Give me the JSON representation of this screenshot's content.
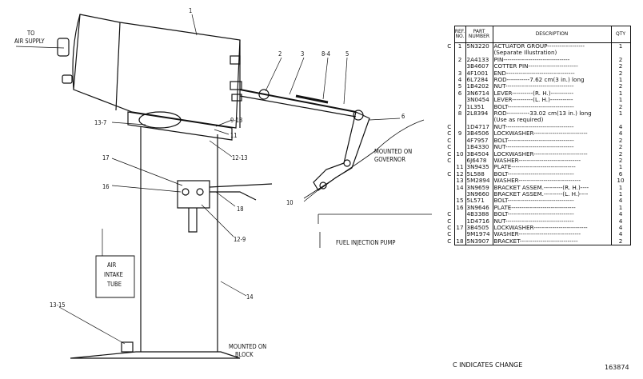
{
  "drawing": {
    "callouts": [
      "1",
      "2",
      "3",
      "8-4",
      "5",
      "6",
      "13-7",
      "9-13",
      "11",
      "12-13",
      "17",
      "16",
      "18",
      "12-9",
      "10",
      "14",
      "13-15"
    ],
    "labels": {
      "air_supply": [
        "TO",
        "AIR SUPPLY"
      ],
      "governor": [
        "MOUNTED ON",
        "GOVERNOR"
      ],
      "fuel_pump": "FUEL INJECTION PUMP",
      "intake": [
        "AIR",
        "INTAKE",
        "TUBE"
      ],
      "block": [
        "MOUNTED ON",
        "BLOCK"
      ]
    }
  },
  "table": {
    "headers": {
      "ref": "REF. NO.",
      "part": "PART NUMBER",
      "desc": "DESCRIPTION",
      "qty": "QTY"
    },
    "rows": [
      {
        "chg": "C",
        "ref": "1",
        "part": "5N3220",
        "desc": "ACTUATOR GROUP------------------",
        "qty": "1"
      },
      {
        "chg": "",
        "ref": "",
        "part": "",
        "desc": "     (Separate Illustration)",
        "qty": ""
      },
      {
        "chg": "",
        "ref": "2",
        "part": "2A4133",
        "desc": "PIN--------------------------------",
        "qty": "2"
      },
      {
        "chg": "",
        "ref": "",
        "part": "3B4607",
        "desc": "COTTER PIN------------------------",
        "qty": "2"
      },
      {
        "chg": "",
        "ref": "3",
        "part": "4F1001",
        "desc": "END---------------------------------",
        "qty": "2"
      },
      {
        "chg": "",
        "ref": "4",
        "part": "6L7284",
        "desc": "ROD-----------7.62 cm(3 in.) long",
        "qty": "1"
      },
      {
        "chg": "",
        "ref": "5",
        "part": "1B4202",
        "desc": "NUT---------------------------------",
        "qty": "2"
      },
      {
        "chg": "",
        "ref": "6",
        "part": "3N6714",
        "desc": "LEVER----------(R. H.)-----------",
        "qty": "1"
      },
      {
        "chg": "",
        "ref": "",
        "part": "3N0454",
        "desc": "LEVER----------(L. H.)-----------",
        "qty": "1"
      },
      {
        "chg": "",
        "ref": "7",
        "part": "1L351",
        "desc": "BOLT--------------------------------",
        "qty": "2"
      },
      {
        "chg": "",
        "ref": "8",
        "part": "2L8394",
        "desc": "ROD-----------33.02 cm(13 in.) long",
        "qty": "1"
      },
      {
        "chg": "",
        "ref": "",
        "part": "",
        "desc": "     (Use as required)",
        "qty": ""
      },
      {
        "chg": "C",
        "ref": "",
        "part": "1D4717",
        "desc": "NUT---------------------------------",
        "qty": "4"
      },
      {
        "chg": "C",
        "ref": "9",
        "part": "3B4506",
        "desc": "LOCKWASHER--------------------------",
        "qty": "4"
      },
      {
        "chg": "C",
        "ref": "",
        "part": "4F7957",
        "desc": "BOLT--------------------------------",
        "qty": "2"
      },
      {
        "chg": "C",
        "ref": "",
        "part": "1B4330",
        "desc": "NUT---------------------------------",
        "qty": "2"
      },
      {
        "chg": "C",
        "ref": "10",
        "part": "3B4504",
        "desc": "LOCKWASHER--------------------------",
        "qty": "2"
      },
      {
        "chg": "C",
        "ref": "",
        "part": "6J6478",
        "desc": "WASHER------------------------------",
        "qty": "2"
      },
      {
        "chg": "",
        "ref": "11",
        "part": "3N9435",
        "desc": "PLATE-------------------------------",
        "qty": "1"
      },
      {
        "chg": "C",
        "ref": "12",
        "part": "5L588",
        "desc": "BOLT--------------------------------",
        "qty": "6"
      },
      {
        "chg": "",
        "ref": "13",
        "part": "5M2894",
        "desc": "WASHER------------------------------",
        "qty": "10"
      },
      {
        "chg": "",
        "ref": "14",
        "part": "3N9659",
        "desc": "BRACKET ASSEM.---------(R. H.)----",
        "qty": "1"
      },
      {
        "chg": "",
        "ref": "",
        "part": "3N9660",
        "desc": "BRACKET ASSEM.---------(L. H.)----",
        "qty": "1"
      },
      {
        "chg": "",
        "ref": "15",
        "part": "5L571",
        "desc": "BOLT--------------------------------",
        "qty": "4"
      },
      {
        "chg": "",
        "ref": "16",
        "part": "3N9646",
        "desc": "PLATE-------------------------------",
        "qty": "1"
      },
      {
        "chg": "C",
        "ref": "",
        "part": "4B3388",
        "desc": "BOLT--------------------------------",
        "qty": "4"
      },
      {
        "chg": "C",
        "ref": "",
        "part": "1D4716",
        "desc": "NUT---------------------------------",
        "qty": "4"
      },
      {
        "chg": "C",
        "ref": "17",
        "part": "3B4505",
        "desc": "LOCKWASHER--------------------------",
        "qty": "4"
      },
      {
        "chg": "C",
        "ref": "",
        "part": "9M1974",
        "desc": "WASHER------------------------------",
        "qty": "4"
      },
      {
        "chg": "C",
        "ref": "18",
        "part": "5N3907",
        "desc": "BRACKET----------------------------",
        "qty": "2"
      }
    ]
  },
  "footer_note": "C INDICATES CHANGE",
  "drawing_number": "163874"
}
